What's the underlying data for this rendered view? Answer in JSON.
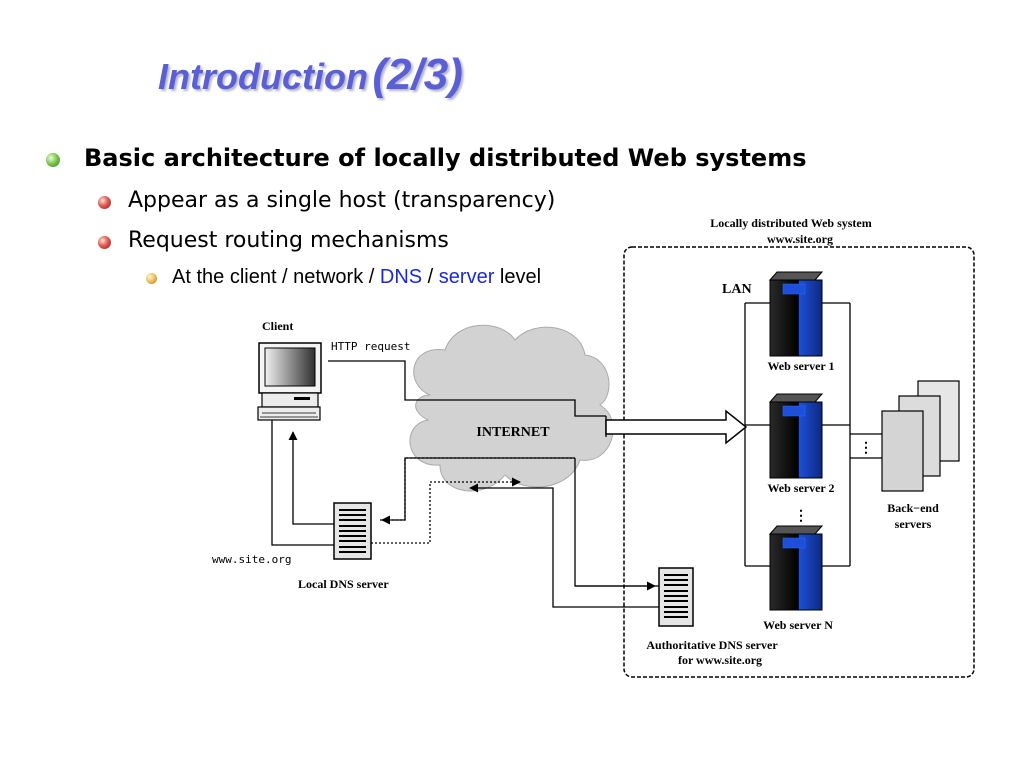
{
  "title": {
    "main": "Introduction",
    "part": "(2/3)"
  },
  "bullets": {
    "level1": "Basic architecture of locally distributed Web systems",
    "level2": [
      "Appear as a single host (transparency)",
      "Request routing mechanisms"
    ],
    "level3": {
      "prefix": "At the client / network / ",
      "dns": "DNS",
      "sep": " / ",
      "server": "server",
      "suffix": " level"
    }
  },
  "colors": {
    "title": "#5b5fd6",
    "highlight": "#1a2ad6",
    "server_blue": "#1d4fd8"
  },
  "diagram": {
    "system_title": "Locally distributed Web system",
    "system_url": "www.site.org",
    "lan": "LAN",
    "client": "Client",
    "http_request": "HTTP request",
    "internet": "INTERNET",
    "client_url": "www.site.org",
    "local_dns": "Local DNS server",
    "web_server_1": "Web server 1",
    "web_server_2": "Web server 2",
    "web_server_n": "Web server N",
    "backend_line1": "Back−end",
    "backend_line2": "servers",
    "auth_dns_line1": "Authoritative DNS server",
    "auth_dns_line2": "for www.site.org"
  }
}
